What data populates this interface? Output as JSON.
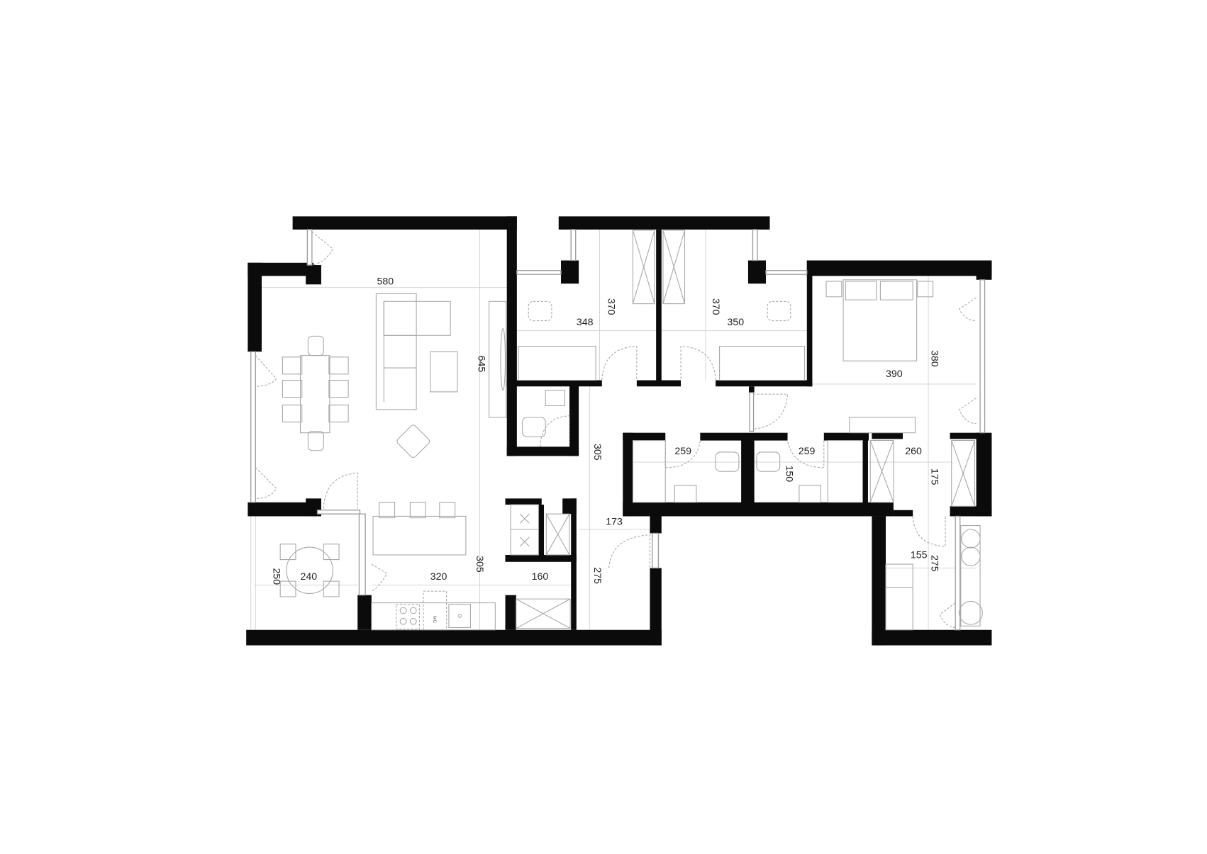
{
  "plan": {
    "dimensions": {
      "living_width": "580",
      "living_depth": "645",
      "bedroom1_width": "348",
      "bedroom1_depth": "370",
      "bedroom2_depth": "370",
      "bedroom2_width": "350",
      "master_width": "390",
      "master_depth": "380",
      "corridor_length": "305",
      "bath1_width": "259",
      "bath2_width": "259",
      "bath2_depth": "150",
      "walkin_width": "260",
      "walkin_depth": "175",
      "entry_width": "173",
      "entry_depth": "275",
      "kitchen_depth": "305",
      "kitchen_width": "320",
      "pantry_width": "160",
      "balcony_depth": "250",
      "balcony_width": "240",
      "laundry_width": "155",
      "laundry_depth": "275"
    },
    "appliance_label": "MC"
  }
}
